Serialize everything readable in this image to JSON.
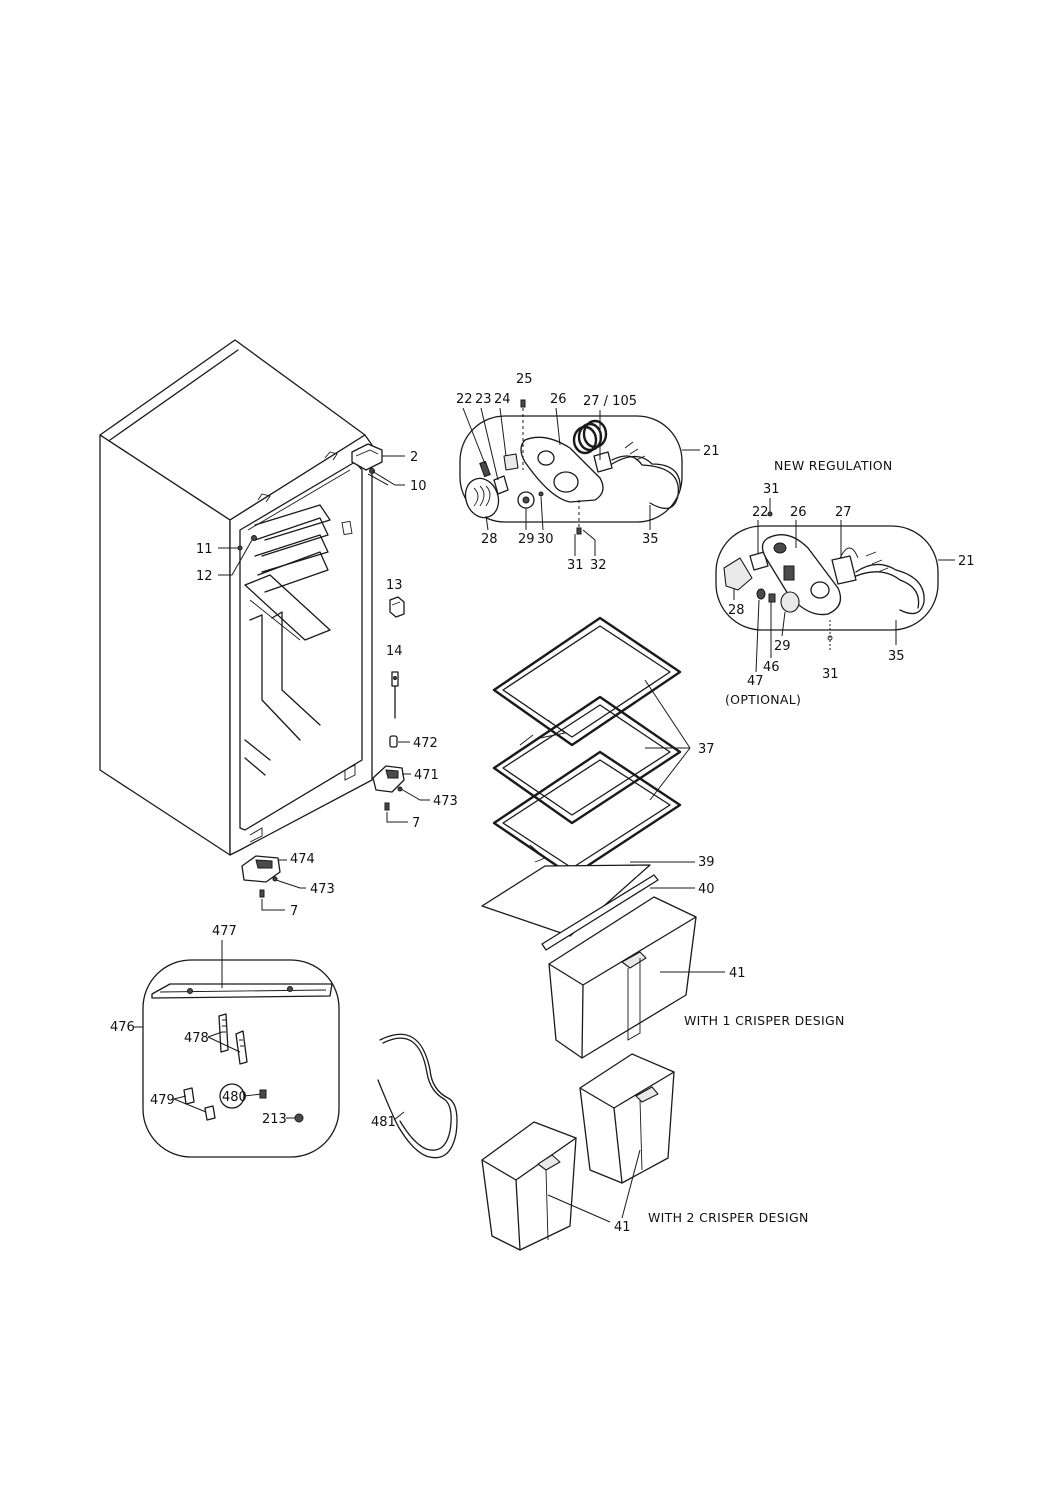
{
  "diagram": {
    "captions": {
      "new_regulation": "NEW REGULATION",
      "optional": "(OPTIONAL)",
      "one_crisper": "WITH 1 CRISPER DESIGN",
      "two_crisper": "WITH 2 CRISPER DESIGN"
    },
    "labels": {
      "c2": "2",
      "c10": "10",
      "c11": "11",
      "c12": "12",
      "c13": "13",
      "c14": "14",
      "c472": "472",
      "c471": "471",
      "c473a": "473",
      "c7a": "7",
      "c474": "474",
      "c473b": "473",
      "c7b": "7",
      "r22": "22",
      "r23": "23",
      "r24": "24",
      "r25": "25",
      "r26": "26",
      "r27_105": "27 / 105",
      "r21": "21",
      "r28": "28",
      "r29": "29",
      "r30": "30",
      "r31": "31",
      "r32": "32",
      "r35": "35",
      "n31a": "31",
      "n22": "22",
      "n26": "26",
      "n27": "27",
      "n21": "21",
      "n28": "28",
      "n29": "29",
      "n47": "47",
      "n46": "46",
      "n31b": "31",
      "n35": "35",
      "s37": "37",
      "s39": "39",
      "s40": "40",
      "s41a": "41",
      "s41b": "41",
      "h477": "477",
      "h476": "476",
      "h478": "478",
      "h479": "479",
      "h480": "480",
      "h213": "213",
      "g481": "481"
    }
  }
}
